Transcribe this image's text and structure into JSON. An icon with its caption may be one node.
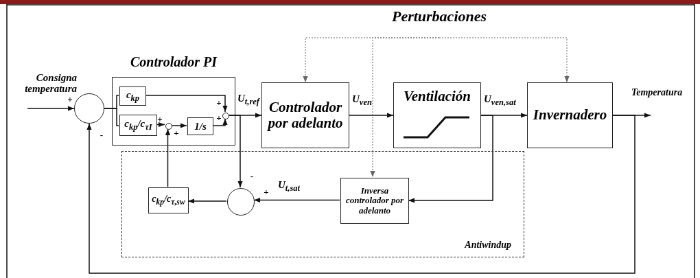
{
  "diagram": {
    "nodes": [
      {
        "text": [
          "Perturbaciones"
        ]
      },
      {
        "text": [
          "Controlador PI"
        ]
      },
      {
        "text": [
          "c$_{kp}$"
        ],
        "in": 1
      },
      {
        "text": [
          "c$_{kp}$/c$_{τI}$"
        ],
        "in": 1
      },
      {
        "text": [],
        "shape": "circle",
        "in": 1
      },
      {
        "text": [
          "1/s"
        ],
        "in": 1
      },
      {
        "text": [],
        "shape": "circle",
        "in": 1
      },
      {
        "text": [
          "Controlador por adelanto"
        ]
      },
      {
        "text": [
          "Ventilación"
        ]
      },
      {
        "text": [
          "Invernadero"
        ]
      },
      {
        "text": [],
        "shape": "circle"
      },
      {
        "text": [
          "Antiwindup"
        ]
      },
      {
        "text": [
          "c$_{kp}$/c$_{τ,sw}$"
        ],
        "in": 11
      },
      {
        "text": [],
        "shape": "circle",
        "in": 11
      },
      {
        "text": [
          "Inversa controlador por adelanto"
        ],
        "in": 11
      }
    ],
    "edges": [
      {
        "from": null,
        "to": 10,
        "arrow": "to",
        "label": "Consigna temperatura"
      },
      {
        "from": 10,
        "to": 2,
        "arrow": "none"
      },
      {
        "from": 10,
        "to": 3,
        "arrow": "none"
      },
      {
        "from": 2,
        "to": 6,
        "arrow": "to"
      },
      {
        "from": 3,
        "to": 4,
        "arrow": "to"
      },
      {
        "from": 4,
        "to": 5,
        "arrow": "to"
      },
      {
        "from": 5,
        "to": 6,
        "arrow": "to"
      },
      {
        "from": 6,
        "to": 7,
        "arrow": "to",
        "label": "U$_{t,ref}$"
      },
      {
        "from": 6,
        "to": 13,
        "arrow": "to"
      },
      {
        "from": 7,
        "to": 8,
        "arrow": "to",
        "label": "U$_{ven}$"
      },
      {
        "from": 8,
        "to": 9,
        "arrow": "to",
        "label": "U$_{ven,sat}$"
      },
      {
        "from": 9,
        "to": null,
        "arrow": "to",
        "label": "Temperatura"
      },
      {
        "from": 9,
        "to": 10,
        "arrow": "to"
      },
      {
        "from": 8,
        "to": 14,
        "arrow": "to"
      },
      {
        "from": 14,
        "to": 13,
        "arrow": "to",
        "label": "U$_{t,sat}$"
      },
      {
        "from": 13,
        "to": 12,
        "arrow": "to"
      },
      {
        "from": 12,
        "to": 4,
        "arrow": "to"
      },
      {
        "from": 0,
        "to": 7,
        "arrow": "to",
        "style": "dashed",
        "color": "#666666"
      },
      {
        "from": 0,
        "to": 9,
        "arrow": "to",
        "style": "dashed",
        "color": "#666666"
      },
      {
        "from": 0,
        "to": 14,
        "arrow": "to",
        "style": "dashed",
        "color": "#666666"
      }
    ],
    "labels": [
      "+",
      "+",
      "+",
      "+",
      "+",
      "-",
      "-",
      "+"
    ]
  }
}
